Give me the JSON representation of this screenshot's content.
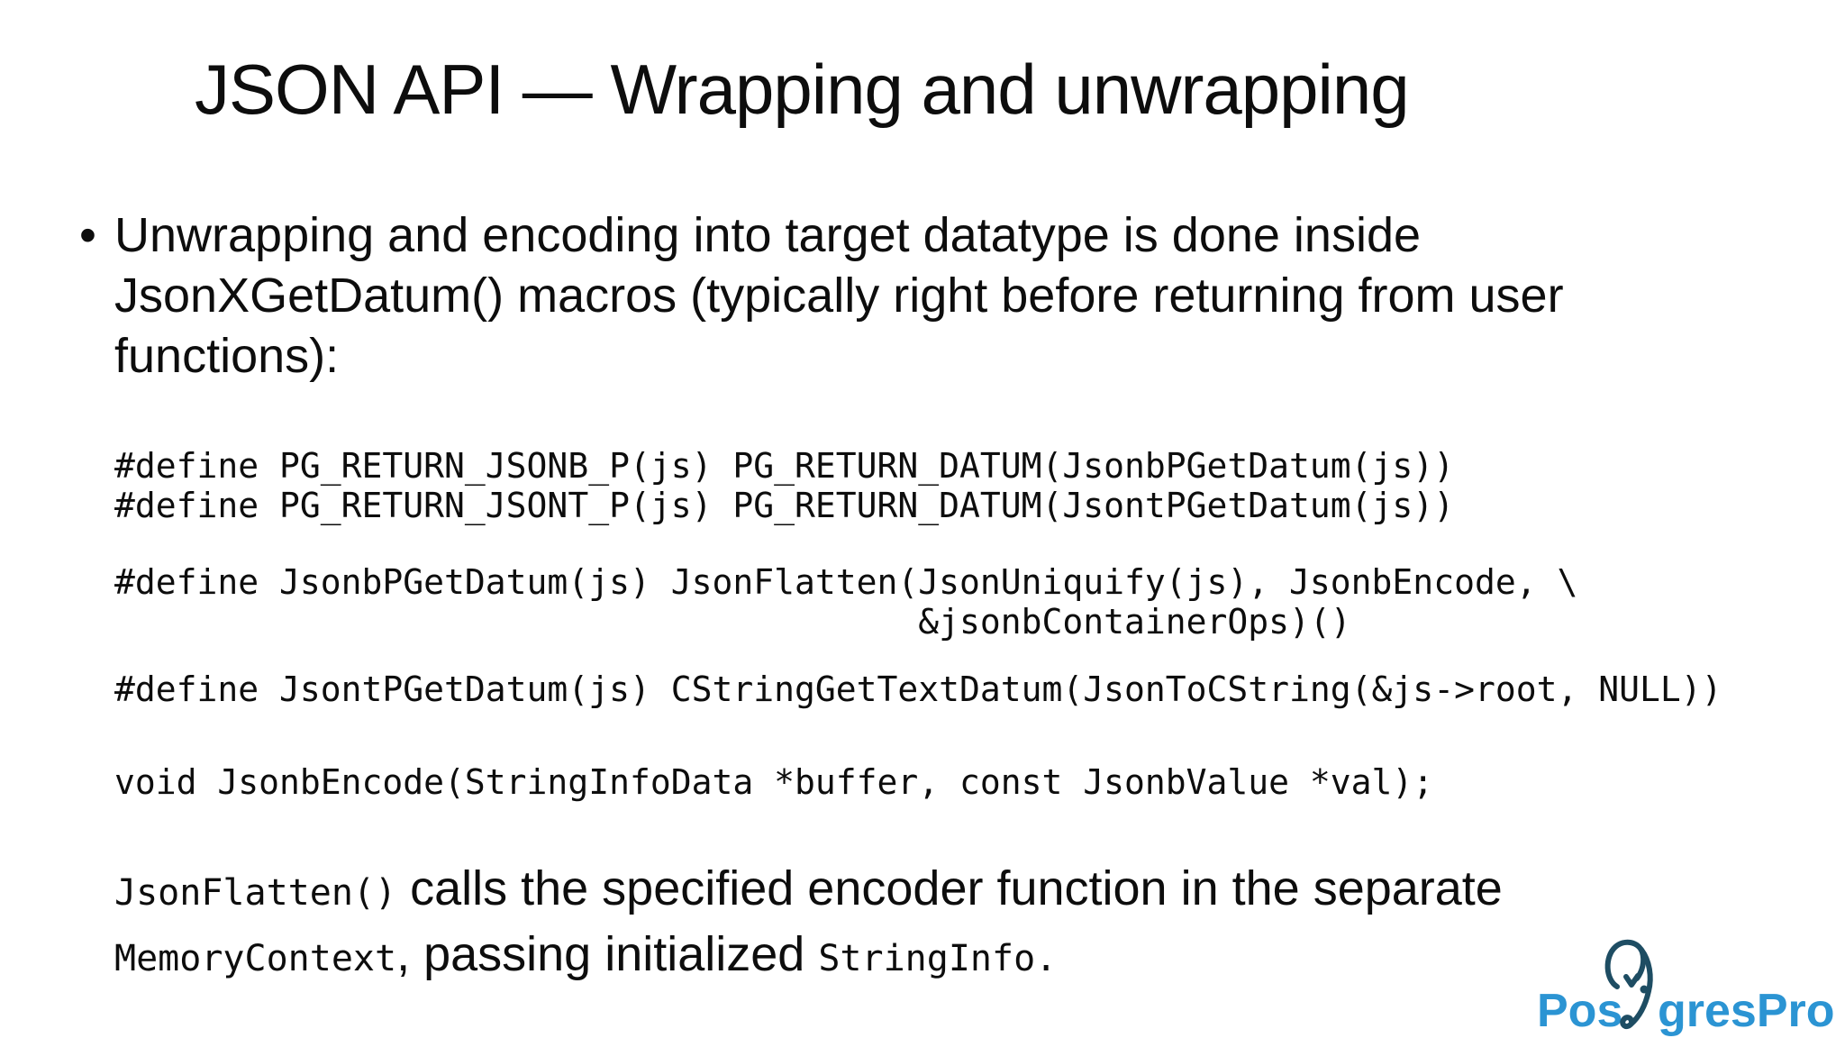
{
  "slide": {
    "title": "JSON API — Wrapping and unwrapping",
    "bullet_text": "Unwrapping and encoding into target datatype is done inside\nJsonXGetDatum() macros (typically right before returning from user\nfunctions):",
    "bullet_marker": "•",
    "code_blocks": [
      {
        "lines": [
          "#define PG_RETURN_JSONB_P(js) PG_RETURN_DATUM(JsonbPGetDatum(js))",
          "#define PG_RETURN_JSONT_P(js) PG_RETURN_DATUM(JsontPGetDatum(js))"
        ]
      },
      {
        "lines": [
          "#define JsonbPGetDatum(js) JsonFlatten(JsonUniquify(js), JsonbEncode, \\",
          "                                       &jsonbContainerOps)()"
        ]
      },
      {
        "lines": [
          "#define JsontPGetDatum(js) CStringGetTextDatum(JsonToCString(&js->root, NULL))"
        ]
      },
      {
        "lines": [
          "void JsonbEncode(StringInfoData *buffer, const JsonbValue *val);"
        ]
      }
    ],
    "footer_note": {
      "segments": [
        {
          "style": "mono",
          "text": "JsonFlatten()"
        },
        {
          "style": "sans",
          "text": " calls the specified encoder function in the separate "
        },
        {
          "style": "mono",
          "text": "MemoryContext"
        },
        {
          "style": "sans",
          "text": ", passing initialized "
        },
        {
          "style": "mono",
          "text": "StringInfo."
        }
      ]
    },
    "logo": {
      "text_left": "Pos",
      "text_right": "gresPro",
      "brand_blue": "#2b94d3",
      "brand_dark": "#1e4d63"
    }
  }
}
